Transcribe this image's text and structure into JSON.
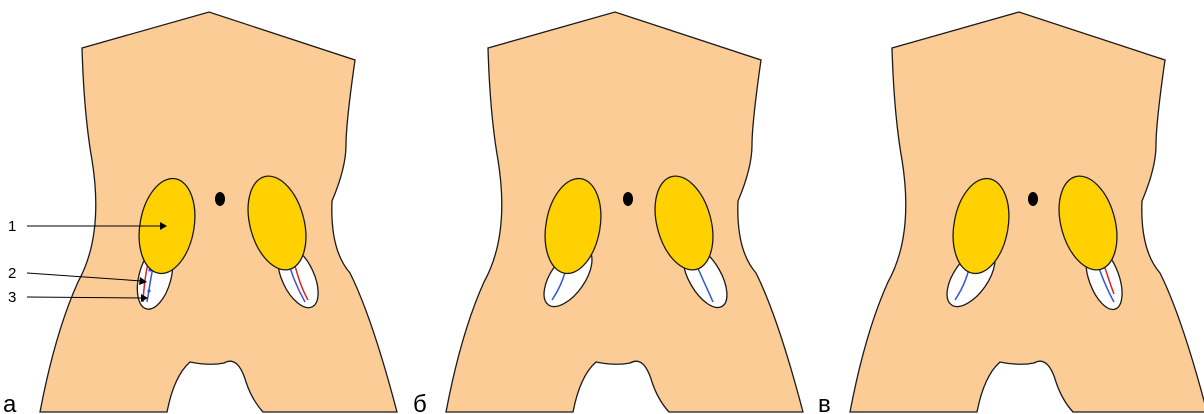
{
  "figure": {
    "panels": [
      {
        "letter": "а",
        "vein": "blue",
        "artery": "red",
        "dots": true
      },
      {
        "letter": "б",
        "vein": "blue",
        "artery": "none",
        "dots": false
      },
      {
        "letter": "в",
        "vein": "blue",
        "artery": "red-right-only",
        "dots": false
      }
    ],
    "callouts": [
      "1",
      "2",
      "3"
    ],
    "colors": {
      "body_fill": "#fccc96",
      "outline": "#1a1a1a",
      "gland_fill": "#ffd100",
      "pouch_fill": "#ffffff",
      "vein": "#3355dd",
      "artery": "#dd2222",
      "nub": "#000000"
    }
  }
}
